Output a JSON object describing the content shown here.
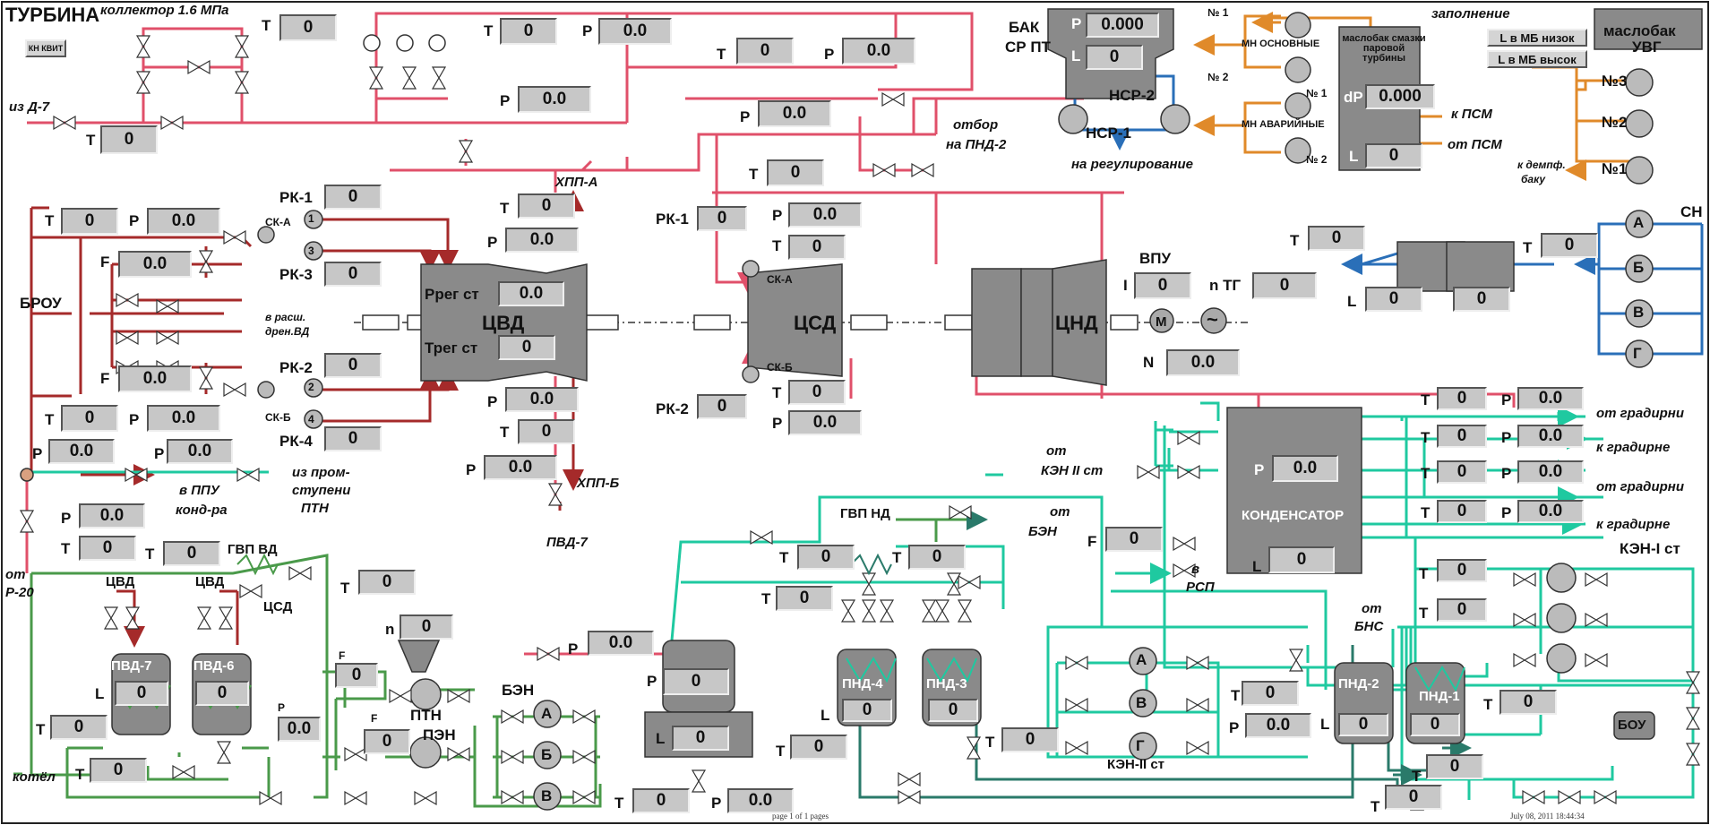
{
  "title": "ТУРБИНА",
  "buttons": {
    "kvit": "КН КВИТ",
    "mb_low": "L в МБ низок",
    "mb_high": "L в МБ высок"
  },
  "labels": {
    "collector": "коллектор 1.6 МПа",
    "from_d7": "из Д-7",
    "t": "T",
    "p": "P",
    "f": "F",
    "l": "L",
    "n": "n",
    "i": "I",
    "nn": "N",
    "bak": "БАК",
    "sr_pt": "СР ПТ",
    "nsr2": "НСР-2",
    "nsr1": "НСР-1",
    "na_reg": "на регулирование",
    "mn_osn": "МН ОСНОВНЫЕ",
    "mn_av": "МН АВАРИЙНЫЕ",
    "no1": "№ 1",
    "no2": "№ 2",
    "maslobak_title": "маслобак смазки паровой турбины",
    "dp": "dP",
    "zapolnenie": "заполнение",
    "k_psm": "к ПСМ",
    "ot_psm": "от ПСМ",
    "maslobak_uvg_1": "маслобак",
    "maslobak_uvg_2": "УВГ",
    "n3": "№3",
    "n2": "№2",
    "n1": "№1",
    "k_dempf_1": "к демпф.",
    "k_dempf_2": "баку",
    "otbor_1": "отбор",
    "otbor_2": "на ПНД-2",
    "hpp_a": "ХПП-А",
    "hpp_b": "ХПП-Б",
    "pvd7_out": "ПВД-7",
    "rk1": "РК-1",
    "rk2": "РК-2",
    "rk3": "РК-3",
    "rk4": "РК-4",
    "ck_a": "СК-А",
    "ck_b": "СК-Б",
    "broy": "БРОУ",
    "v_rassh_1": "в расш.",
    "v_rassh_2": "дрен.ВД",
    "preg": "Ррег ст",
    "treg": "Трег ст",
    "cvd": "ЦВД",
    "csd": "ЦСД",
    "cnd": "ЦНД",
    "vpu": "ВПУ",
    "n_tg": "n ТГ",
    "motor": "М",
    "gen": "~",
    "sn": "СН",
    "pump_a": "А",
    "pump_b": "Б",
    "pump_v": "В",
    "pump_g": "Г",
    "v_ppu_1": "в ППУ",
    "v_ppu_2": "конд-ра",
    "iz_prom_1": "из пром-",
    "iz_prom_2": "ступени",
    "iz_prom_3": "ПТН",
    "ot_r20_1": "от",
    "ot_r20_2": "Р-20",
    "gvp_vd": "ГВП ВД",
    "gvp_nd": "ГВП НД",
    "cvd_small": "ЦВД",
    "csd_small": "ЦСД",
    "pvd7": "ПВД-7",
    "pvd6": "ПВД-6",
    "kotel": "котёл",
    "ptn": "ПТН",
    "pen": "ПЭН",
    "ben": "БЭН",
    "ot_ken2_1": "от",
    "ot_ken2_2": "КЭН II ст",
    "ot_ben_1": "от",
    "ot_ben_2": "БЭН",
    "v_rsp_1": "в",
    "v_rsp_2": "РСП",
    "kondensator": "КОНДЕНСАТОР",
    "ot_gradirni": "от градирни",
    "k_gradirne": "к градирне",
    "ken1": "КЭН-I ст",
    "ken2": "КЭН-II ст",
    "ot_bns_1": "от",
    "ot_bns_2": "БНС",
    "pnd4": "ПНД-4",
    "pnd3": "ПНД-3",
    "pnd2": "ПНД-2",
    "pnd1": "ПНД-1",
    "bou": "БОУ",
    "n1c": "1",
    "n2c": "2",
    "n3c": "3",
    "n4c": "4"
  },
  "values": {
    "zero": "0",
    "p00": "0.0",
    "p000": "0.000"
  },
  "footer": {
    "page": "page 1 of 1 pages",
    "date": "July 08, 2011 18:44:34"
  },
  "colors": {
    "steam": "#e0506a",
    "steam_dark": "#a52a2a",
    "water": "#1fc9a0",
    "green": "#4a9a4a",
    "oil": "#e08a2a",
    "blue": "#2a6fb8",
    "teal": "#2a7a6a"
  }
}
